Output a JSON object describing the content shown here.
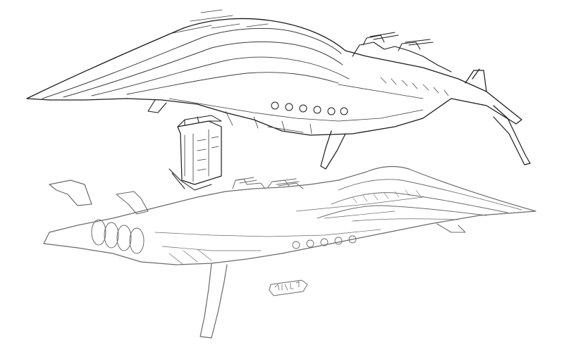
{
  "drawing": {
    "kind": "line-art",
    "ink_color": "#1a1a1a",
    "background_color": "#ffffff",
    "subjects": [
      "starship-side-view-upper",
      "starship-side-view-lower",
      "tower-module-detail",
      "maker-stamp"
    ]
  }
}
